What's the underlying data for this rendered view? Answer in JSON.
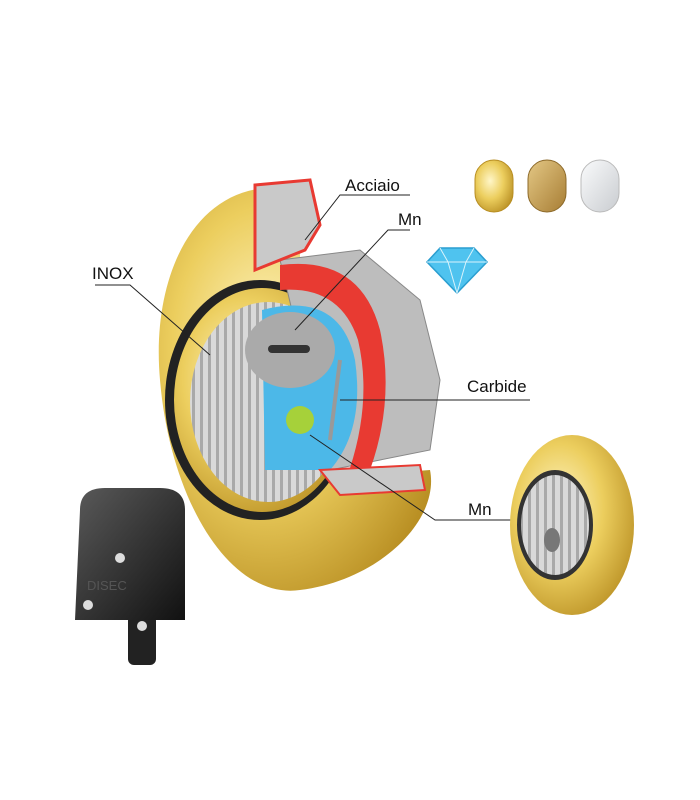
{
  "labels": {
    "acciaio": "Acciaio",
    "mn_top": "Mn",
    "inox": "INOX",
    "carbide": "Carbide",
    "mn_bottom": "Mn"
  },
  "finishes": [
    {
      "name": "gold",
      "color": "#e9c24a"
    },
    {
      "name": "bronze",
      "color": "#c9a35a"
    },
    {
      "name": "chrome",
      "color": "#e6e8ea"
    }
  ],
  "logo_text": "DISEC",
  "colors": {
    "gold": "#e8c64f",
    "red": "#e83a32",
    "blue": "#4cb8e8",
    "steel": "#b8b8b8",
    "diamond": "#4fc3ef"
  }
}
